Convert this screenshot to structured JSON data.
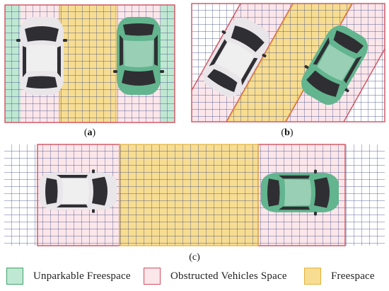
{
  "panels": [
    {
      "id": "a",
      "caption": "a",
      "layout": "perpendicular"
    },
    {
      "id": "b",
      "caption": "b",
      "layout": "angled"
    },
    {
      "id": "c",
      "caption": "c",
      "layout": "parallel"
    }
  ],
  "legend": [
    {
      "label": "Unparkable Freespace",
      "fill": "#bfe8d2",
      "stroke": "#3ea36b"
    },
    {
      "label": "Obstructed Vehicles Space",
      "fill": "#fbe6ea",
      "stroke": "#d0505f"
    },
    {
      "label": "Freespace",
      "fill": "#f7dd92",
      "stroke": "#e2b23a"
    }
  ],
  "colors": {
    "grid": "#2b3a7a",
    "car_white": "#e9e6e9",
    "car_green": "#62b58e",
    "glass": "#2f2f33"
  }
}
